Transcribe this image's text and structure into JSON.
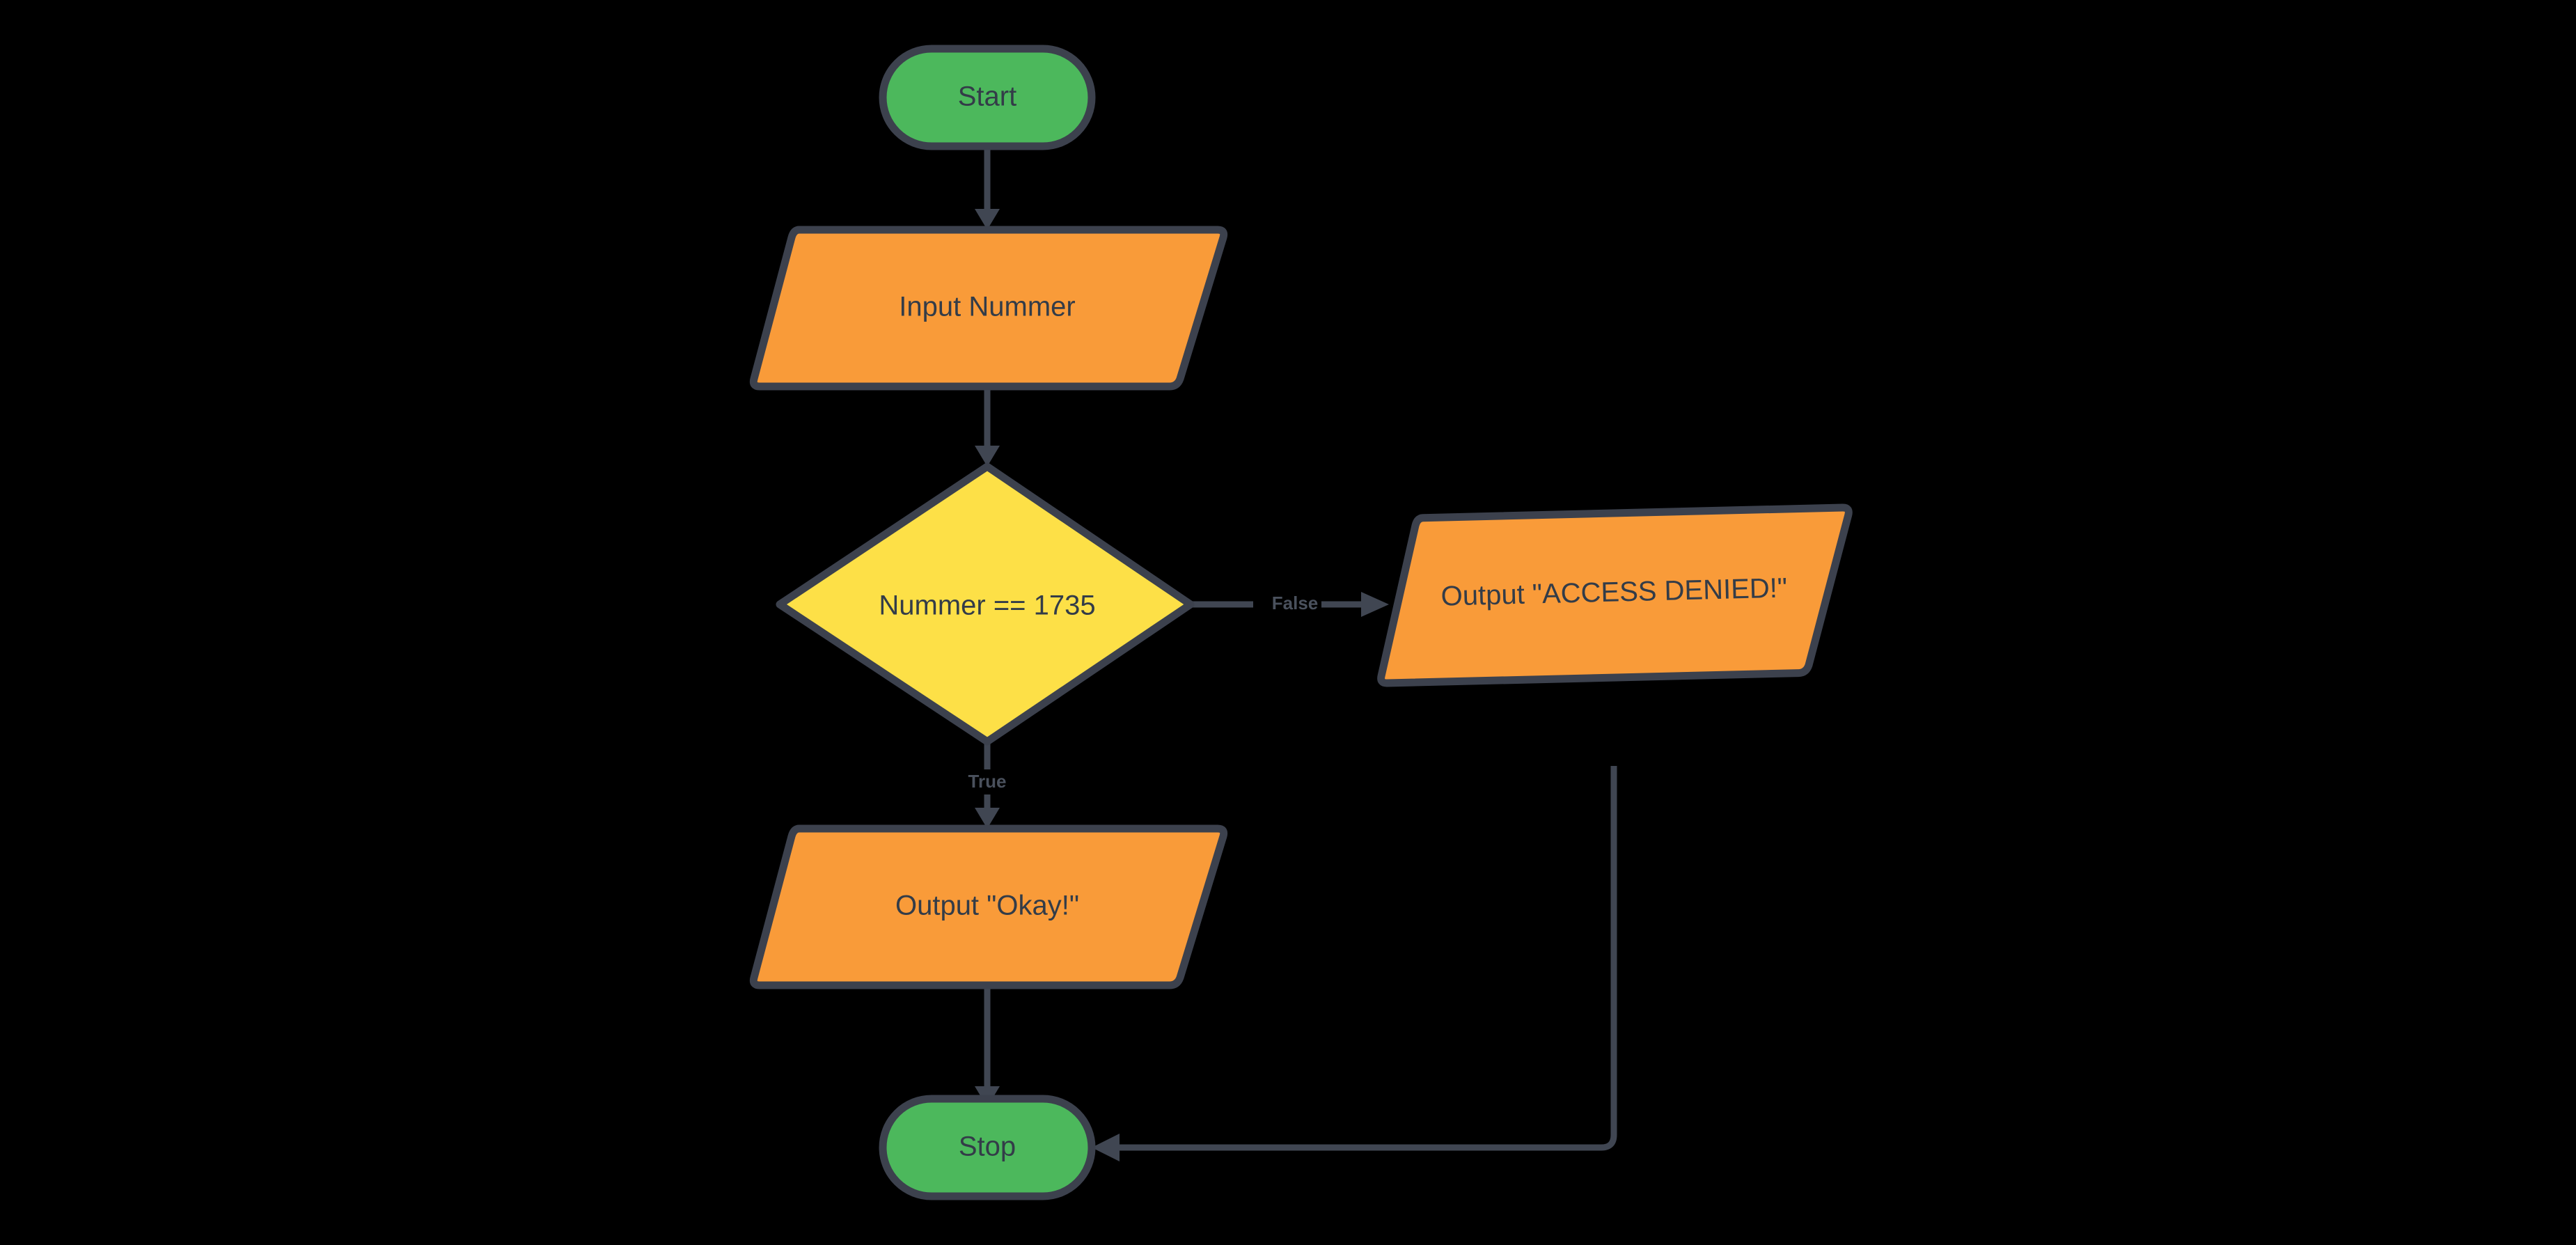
{
  "diagram": {
    "type": "flowchart",
    "direction": "top-down",
    "background_color": "#000000",
    "title": ""
  },
  "theme": {
    "terminal_fill": "#4cb85c",
    "io_fill": "#f99b39",
    "decision_fill": "#fde047",
    "node_stroke": "#3c414d",
    "edge_color": "#404652",
    "node_text_color": "#333c48",
    "edge_label_color": "#4a515d"
  },
  "nodes": [
    {
      "id": "start",
      "label": "Start",
      "shape": "stadium",
      "fill": "#4cb85c"
    },
    {
      "id": "input",
      "label": "Input Nummer",
      "shape": "parallelogram",
      "fill": "#f99b39"
    },
    {
      "id": "check",
      "label": "Nummer == 1735",
      "shape": "diamond",
      "fill": "#fde047"
    },
    {
      "id": "denied",
      "label": "Output \"ACCESS DENIED!\"",
      "shape": "parallelogram",
      "fill": "#f99b39"
    },
    {
      "id": "okay",
      "label": "Output \"Okay!\"",
      "shape": "parallelogram",
      "fill": "#f99b39"
    },
    {
      "id": "stop",
      "label": "Stop",
      "shape": "stadium",
      "fill": "#4cb85c"
    }
  ],
  "edges": [
    {
      "id": "e1",
      "from": "start",
      "to": "input",
      "label": ""
    },
    {
      "id": "e2",
      "from": "input",
      "to": "check",
      "label": ""
    },
    {
      "id": "e3",
      "from": "check",
      "to": "denied",
      "label": "False"
    },
    {
      "id": "e4",
      "from": "check",
      "to": "okay",
      "label": "True"
    },
    {
      "id": "e5",
      "from": "okay",
      "to": "stop",
      "label": ""
    },
    {
      "id": "e6",
      "from": "denied",
      "to": "stop",
      "label": ""
    }
  ]
}
